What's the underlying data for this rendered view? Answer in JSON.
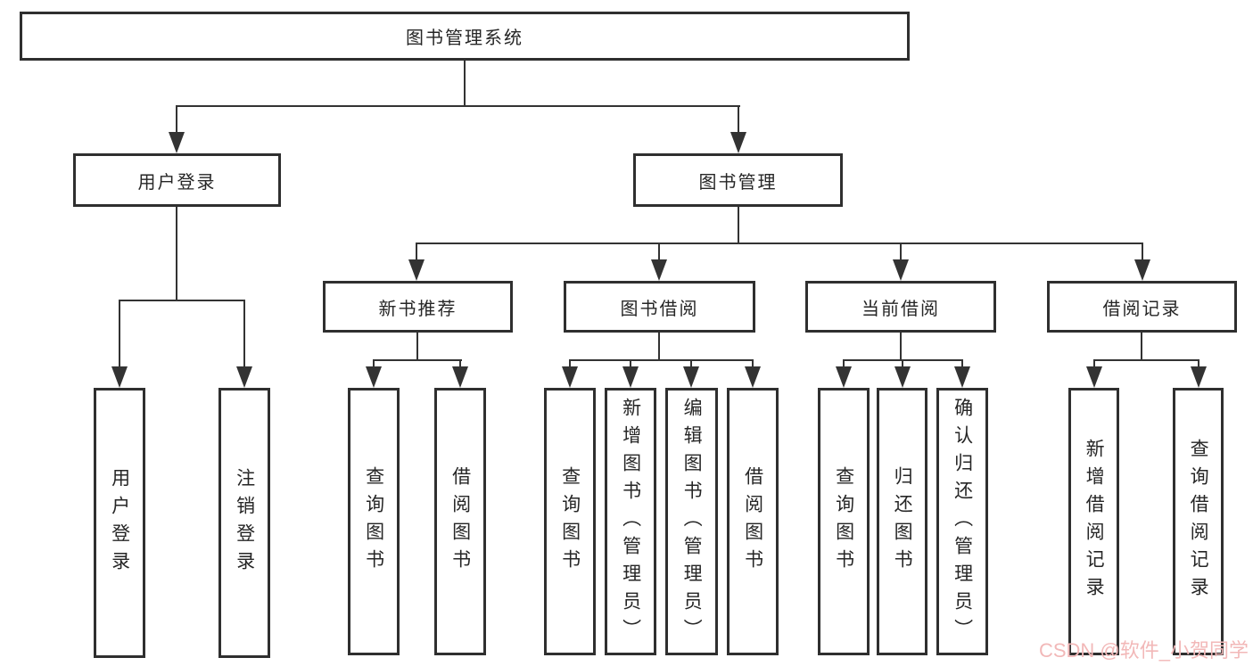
{
  "diagram": {
    "title": "图书管理系统",
    "type": "hierarchy-tree",
    "root": "图书管理系统",
    "branches": {
      "user_login": {
        "label": "用户登录",
        "leaves": {
          "login": "用户登录",
          "logout": "注销登录"
        }
      },
      "book_mgmt": {
        "label": "图书管理",
        "sections": {
          "new_book_rec": {
            "label": "新书推荐",
            "leaves": {
              "query": "查询图书",
              "borrow": "借阅图书"
            }
          },
          "book_borrow": {
            "label": "图书借阅",
            "leaves": {
              "query": "查询图书",
              "add": "新增图书（管理员）",
              "edit": "编辑图书（管理员）",
              "borrow": "借阅图书"
            }
          },
          "current_borrow": {
            "label": "当前借阅",
            "leaves": {
              "query": "查询图书",
              "return": "归还图书",
              "confirm": "确认归还（管理员）"
            }
          },
          "borrow_records": {
            "label": "借阅记录",
            "leaves": {
              "add": "新增借阅记录",
              "query": "查询借阅记录"
            }
          }
        }
      }
    }
  },
  "watermark": {
    "text": "CSDN @软件_小贺同学",
    "color": "#f2b8b8"
  },
  "colors": {
    "line": "#333333",
    "box_border": "#2f2f2f",
    "box_fill": "#ffffff",
    "text": "#262626",
    "background": "#ffffff"
  }
}
